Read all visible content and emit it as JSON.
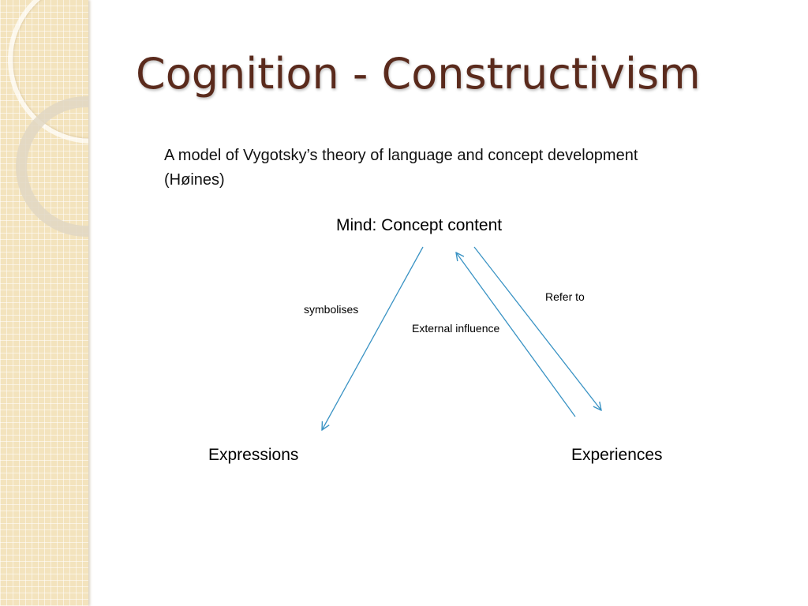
{
  "slide": {
    "title": "Cognition - Constructivism",
    "subtitle_line1": "A model of Vygotsky’s theory of language and concept development",
    "subtitle_line2": "(Høines)"
  },
  "diagram": {
    "nodes": {
      "mind": "Mind: Concept content",
      "expressions": "Expressions",
      "experiences": "Experiences"
    },
    "edges": {
      "symbolises": "symbolises",
      "external_influence": "External influence",
      "refer_to": "Refer to"
    },
    "arrow_color": "#3a93c4"
  },
  "theme": {
    "title_color": "#5a2a1c",
    "sidebar_color": "#f3e3bd"
  }
}
